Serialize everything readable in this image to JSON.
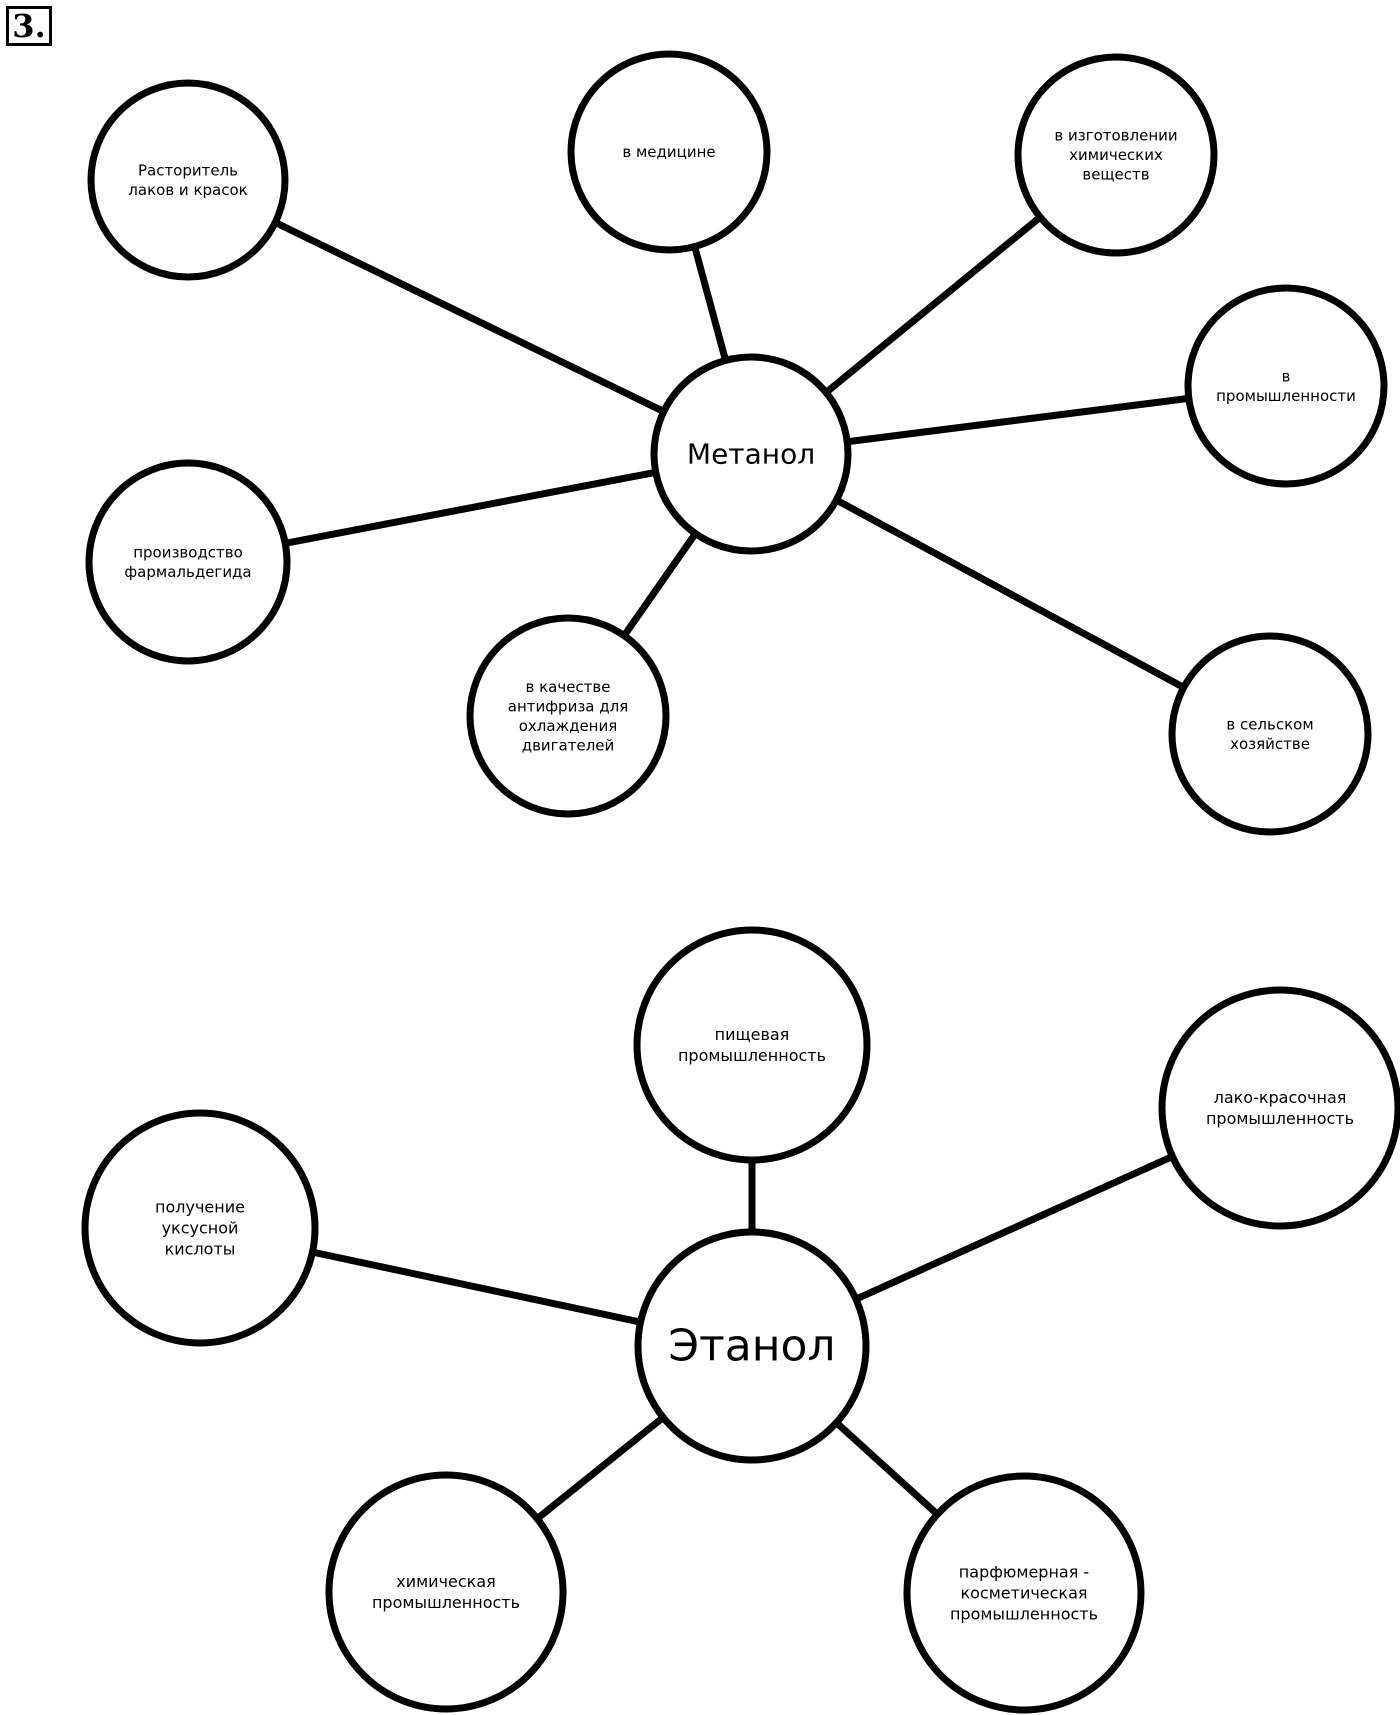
{
  "problem_number": "3.",
  "diagrams": [
    {
      "center": "Метанол",
      "nodes": [
        [
          "Расторитель",
          "лаков и красок"
        ],
        [
          "в медицине"
        ],
        [
          "в изготовлении",
          "химических",
          "веществ"
        ],
        [
          "в",
          "промышленности"
        ],
        [
          "производство",
          "фармальдегида"
        ],
        [
          "в качестве",
          "антифриза для",
          "охлаждения",
          "двигателей"
        ],
        [
          "в сельском",
          "хозяйстве"
        ]
      ]
    },
    {
      "center": "Этанол",
      "nodes": [
        [
          "пищевая",
          "промышленность"
        ],
        [
          "лако-красочная",
          "промышленность"
        ],
        [
          "получение",
          "уксусной",
          "кислоты"
        ],
        [
          "химическая",
          "промышленность"
        ],
        [
          "парфюмерная -",
          "косметическая",
          "промышленность"
        ]
      ]
    }
  ]
}
